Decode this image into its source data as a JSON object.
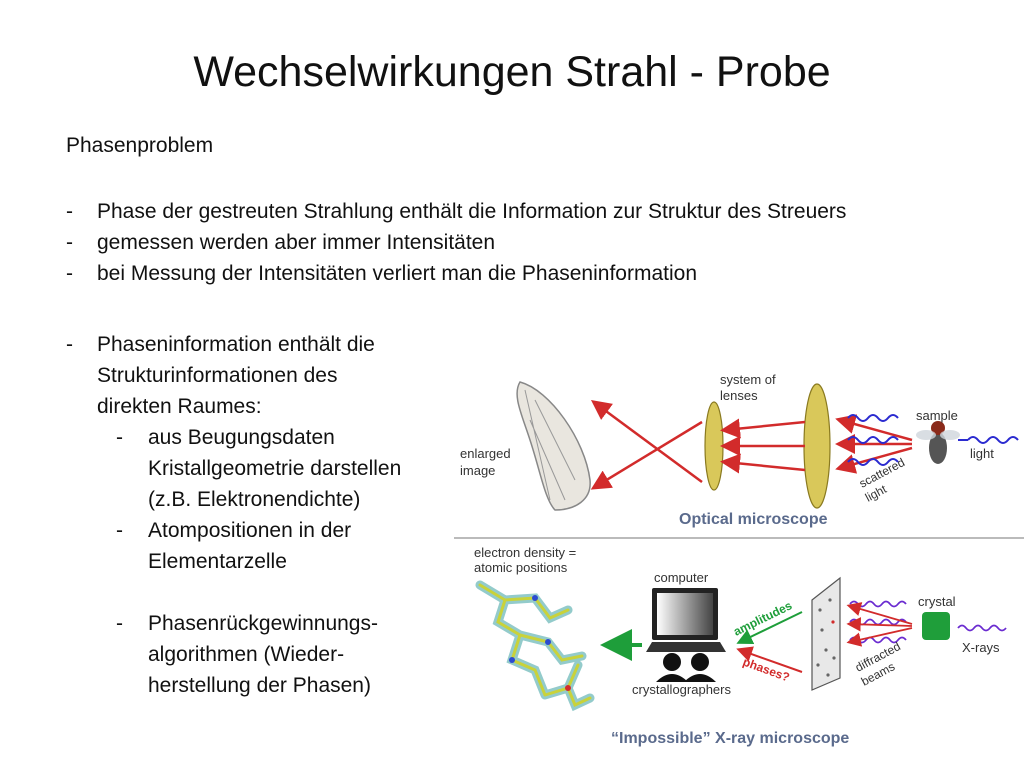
{
  "slide": {
    "title": "Wechselwirkungen Strahl - Probe",
    "heading": "Phasenproblem",
    "bullets": [
      "Phase der gestreuten Strahlung enthält die Information zur Struktur des Streuers",
      "gemessen werden aber immer Intensitäten",
      "bei Messung der Intensitäten verliert man die Phaseninformation"
    ],
    "left": {
      "main_lines": [
        "Phaseninformation enthält die",
        "Strukturinformationen des",
        "direkten Raumes:"
      ],
      "sub1_lines": [
        "aus Beugungsdaten",
        "Kristallgeometrie darstellen",
        "(z.B. Elektronendichte)"
      ],
      "sub2_lines": [
        "Atompositionen in der",
        "Elementarzelle"
      ],
      "sub3_lines": [
        "Phasenrückgewinnungs-",
        "algorithmen (Wieder-",
        "herstellung der Phasen)"
      ],
      "dash": "-"
    }
  },
  "figure": {
    "optical": {
      "system_of_lenses": [
        "system of",
        "lenses"
      ],
      "sample": "sample",
      "enlarged_image": [
        "enlarged",
        "image"
      ],
      "light": "light",
      "scattered_light": [
        "scattered",
        "light"
      ],
      "caption": "Optical microscope"
    },
    "xray": {
      "electron_density": [
        "electron density =",
        "atomic positions"
      ],
      "computer": "computer",
      "crystal": "crystal",
      "amplitudes": "amplitudes",
      "phases": "phases?",
      "xrays": "X-rays",
      "diffracted_beams": [
        "diffracted",
        "beams"
      ],
      "crystallographers": "crystallographers",
      "caption": "“Impossible” X-ray microscope"
    },
    "colors": {
      "caption": "#5a6a8c",
      "arrow_red": "#d22b2b",
      "arrow_green": "#1e9e3a",
      "lens": "#d9c85a",
      "wave_blue": "#2b2bd0",
      "crystal_green": "#1f9e3a"
    }
  }
}
